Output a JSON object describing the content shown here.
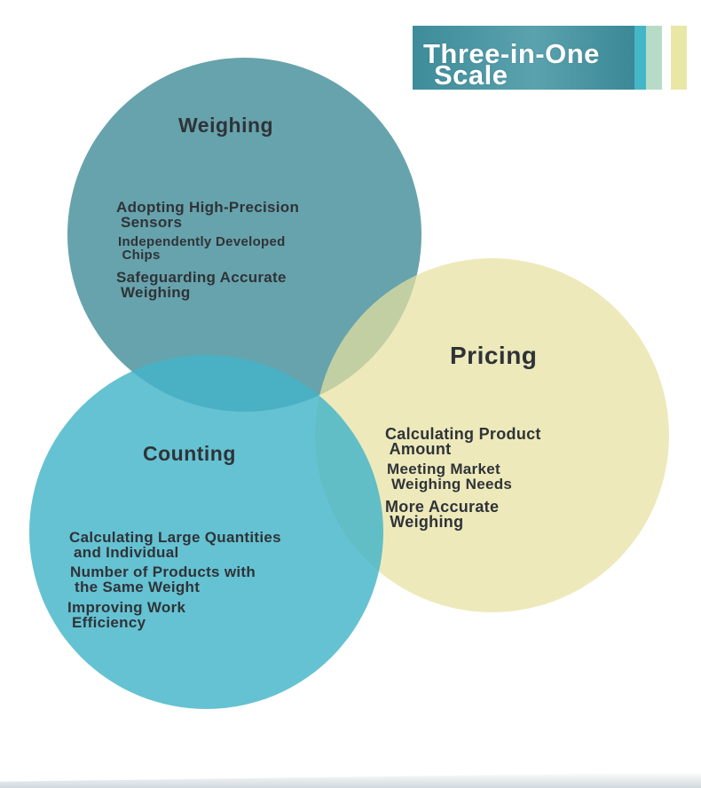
{
  "banner": {
    "title_line1": "Three-in-One",
    "title_line2": "Scale"
  },
  "colors": {
    "weighing": "#4a919c",
    "pricing": "#e6e1a0",
    "counting": "#43b4c8",
    "text": "#2f3338",
    "banner": "#4a96a3"
  },
  "weighing": {
    "title": "Weighing",
    "items": [
      "Adopting High-Precision\n Sensors",
      "Independently Developed\n Chips",
      "Safeguarding Accurate\n Weighing"
    ]
  },
  "pricing": {
    "title": "Pricing",
    "items": [
      "Calculating Product\n Amount",
      "Meeting Market\n Weighing Needs",
      "More Accurate\n Weighing"
    ]
  },
  "counting": {
    "title": "Counting",
    "items": [
      "Calculating Large Quantities\n and Individual",
      "Number of Products with\n the Same Weight",
      "Improving Work\n Efficiency"
    ]
  }
}
